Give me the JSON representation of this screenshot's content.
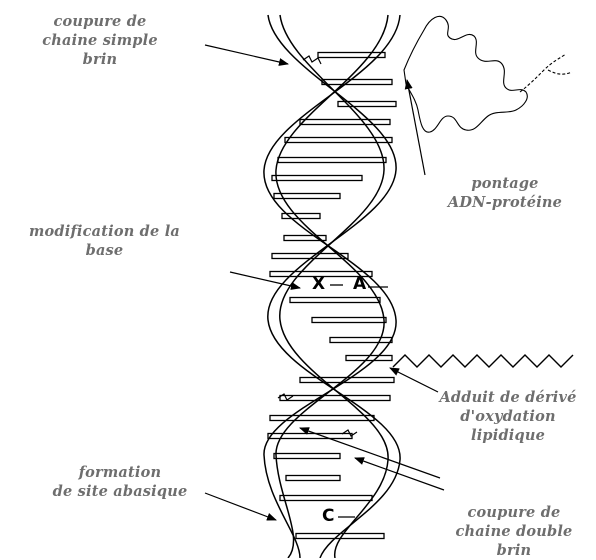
{
  "labels": {
    "single_strand_break": [
      "coupure de",
      "chaine simple",
      "brin"
    ],
    "dna_protein_crosslink": [
      "pontage",
      "ADN-protéine"
    ],
    "base_modification": [
      "modification de la",
      "base"
    ],
    "lipid_adduct": [
      "Adduit de dérivé",
      "d'oxydation",
      "lipidique"
    ],
    "abasic_site": [
      "formation",
      "de site abasique"
    ],
    "double_strand_break": [
      "coupure de",
      "chaine double",
      "brin"
    ]
  },
  "bases": {
    "modified": "X",
    "adenine": "A",
    "cytosine": "C"
  },
  "colors": {
    "label_text": "#6e6e6e",
    "line": "#000000",
    "background": "#ffffff"
  }
}
